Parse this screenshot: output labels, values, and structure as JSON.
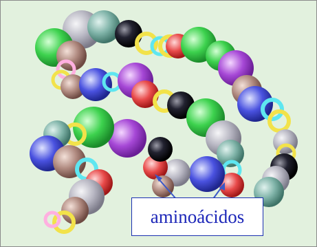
{
  "diagram": {
    "label": "aminoácidos",
    "colors": {
      "background": "#e2f1de",
      "label_text": "#1c26b8",
      "label_border": "#1a2fb0",
      "arrow": "#3a57c8"
    },
    "bead_palette": [
      "green",
      "purple",
      "blue",
      "gray",
      "brown",
      "black",
      "red",
      "yellow",
      "cyan",
      "pink",
      "light-blue"
    ]
  }
}
